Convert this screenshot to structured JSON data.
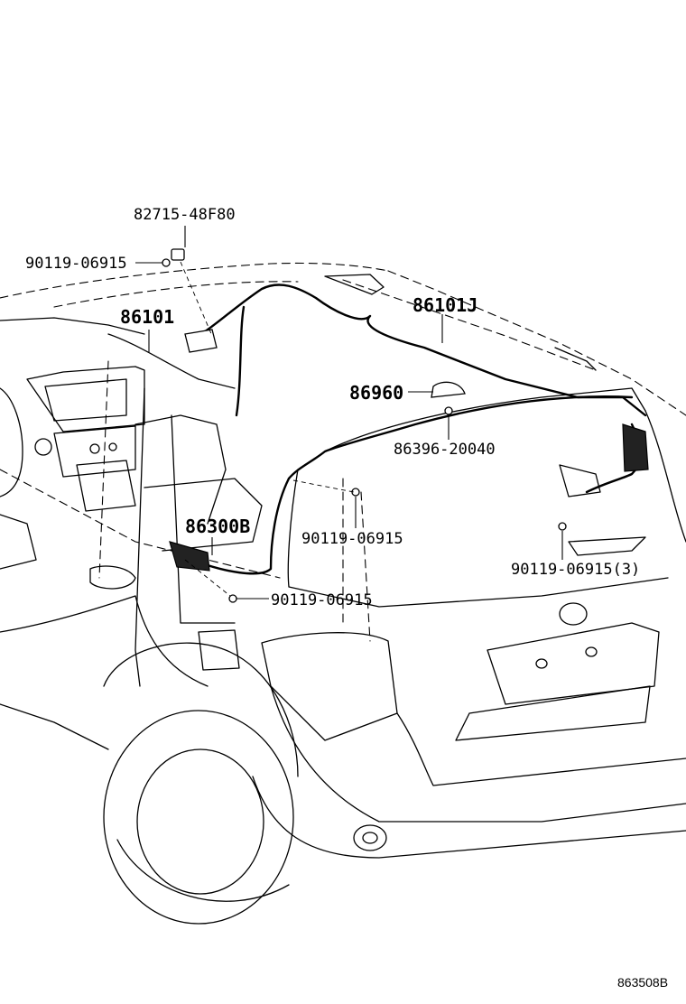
{
  "diagram": {
    "callouts": [
      {
        "id": "c1",
        "text": "82715-48F80"
      },
      {
        "id": "c2",
        "text": "90119-06915"
      },
      {
        "id": "c3",
        "text": "86101"
      },
      {
        "id": "c4",
        "text": "86101J"
      },
      {
        "id": "c5",
        "text": "86960"
      },
      {
        "id": "c6",
        "text": "86396-20040"
      },
      {
        "id": "c7",
        "text": "86300B"
      },
      {
        "id": "c8",
        "text": "90119-06915"
      },
      {
        "id": "c9",
        "text": "90119-06915(3)"
      },
      {
        "id": "c10",
        "text": "90119-06915"
      }
    ],
    "reference_code": "863508B"
  }
}
